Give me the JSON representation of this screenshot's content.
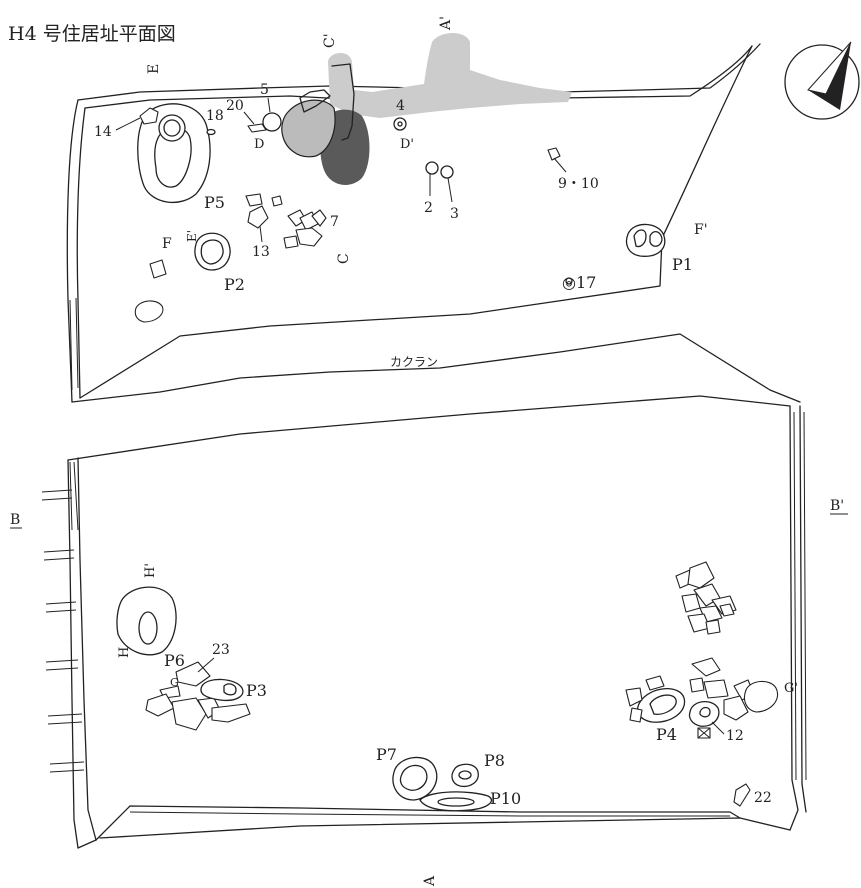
{
  "title": "H4 号住居址平面図",
  "disturbance_label": "カクラン",
  "section_labels": {
    "A_prime": "A'",
    "A": "A",
    "B": "B",
    "B_prime": "B'",
    "C_prime": "C'",
    "C": "C",
    "D": "D",
    "D_prime": "D'",
    "E": "E",
    "E_prime": "E'",
    "F": "F",
    "F_prime": "F'",
    "G": "G",
    "G_prime": "G'",
    "H": "H",
    "H_prime": "H'"
  },
  "pit_labels": {
    "p1": "P1",
    "p2": "P2",
    "p3": "P3",
    "p4": "P4",
    "p5": "P5",
    "p6": "P6",
    "p7": "P7",
    "p8": "P8",
    "p10": "P10"
  },
  "artifact_labels": {
    "a2": "2",
    "a3": "3",
    "a4": "4",
    "a5": "5",
    "a7": "7",
    "a9_10": "9・10",
    "a12": "12",
    "a13": "13",
    "a14": "14",
    "a17": "◎17",
    "a18": "18",
    "a20": "20",
    "a22": "22",
    "a23": "23"
  },
  "colors": {
    "line": "#222222",
    "burnt_light": "#cccccc",
    "burnt_dark": "#5a5a5a",
    "compass_fill": "#222222"
  },
  "icons": {
    "north_arrow": "north-arrow-icon"
  }
}
